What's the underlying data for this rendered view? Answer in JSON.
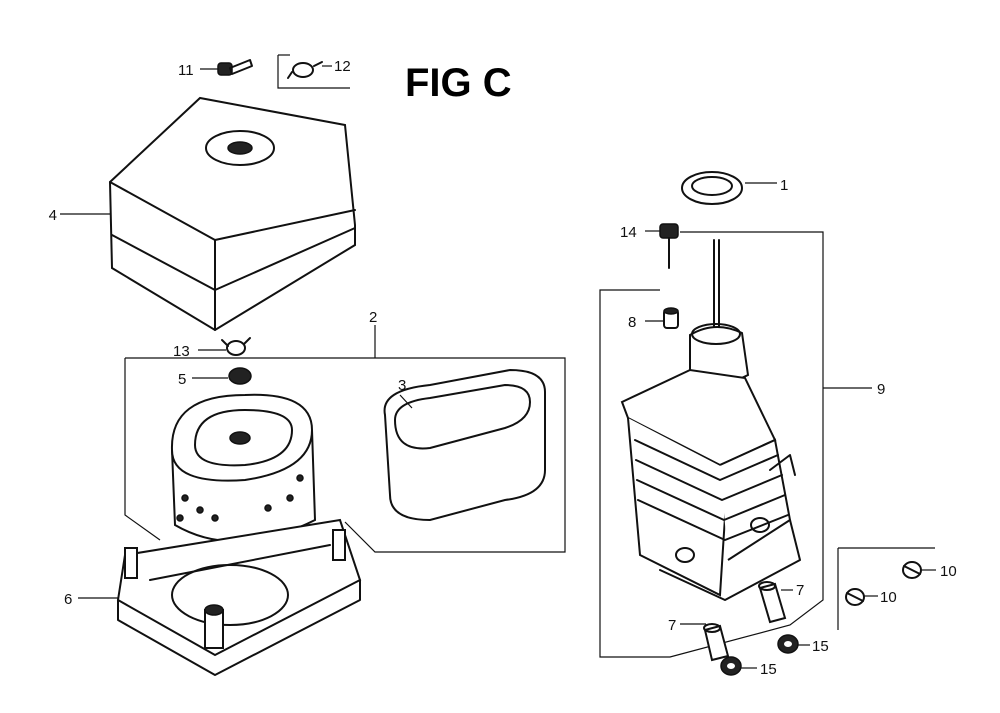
{
  "figure": {
    "title": "FIG C"
  },
  "callouts": [
    {
      "id": "c11",
      "label": "11"
    },
    {
      "id": "c12",
      "label": "12"
    },
    {
      "id": "c4",
      "label": "4"
    },
    {
      "id": "c2",
      "label": "2"
    },
    {
      "id": "c13",
      "label": "13"
    },
    {
      "id": "c5",
      "label": "5"
    },
    {
      "id": "c3",
      "label": "3"
    },
    {
      "id": "c6",
      "label": "6"
    },
    {
      "id": "c1",
      "label": "1"
    },
    {
      "id": "c14",
      "label": "14"
    },
    {
      "id": "c8",
      "label": "8"
    },
    {
      "id": "c9",
      "label": "9"
    },
    {
      "id": "c7a",
      "label": "7"
    },
    {
      "id": "c7b",
      "label": "7"
    },
    {
      "id": "c10a",
      "label": "10"
    },
    {
      "id": "c10b",
      "label": "10"
    },
    {
      "id": "c15a",
      "label": "15"
    },
    {
      "id": "c15b",
      "label": "15"
    }
  ]
}
